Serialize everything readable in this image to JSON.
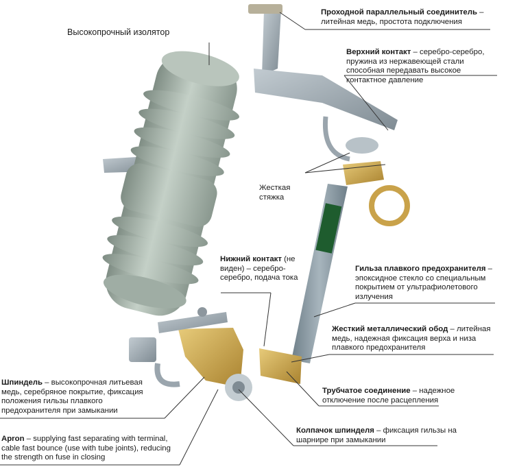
{
  "labels": {
    "insulator": "Высокопрочный изолятор",
    "connector_title": "Проходной параллельный соединитель",
    "connector_text": " – литейная медь, простота подключения",
    "upper_contact_title": "Верхний контакт",
    "upper_contact_text": " – серебро-серебро, пружина из нержавеющей стали способная передавать высокое контактное давление",
    "rigid_tie": "Жесткая стяжка",
    "lower_contact_title": "Нижний контакт",
    "lower_contact_text": " (не виден) – серебро-серебро, подача тока",
    "fuse_tube_title": "Гильза плавкого предохранителя",
    "fuse_tube_text": " – эпоксидное стекло со специальным покрытием от ультрафиолетового излучения",
    "metal_rim_title": "Жесткий металлический обод",
    "metal_rim_text": " – литейная медь, надежная фиксация верха и низа плавкого предохранителя",
    "spindle_title": "Шпиндель",
    "spindle_text": " – высокопрочная литьевая медь, серебряное покрытие, фиксация положения гильзы плавкого предохранителя при замыкании",
    "tube_joint_title": "Трубчатое соединение",
    "tube_joint_text": " – надежное отключение после расцепления",
    "apron_title": "Apron",
    "apron_text": " – supplying fast separating with terminal, cable fast bounce (use with tube joints), reducing the strength on fuse in closing",
    "spindle_cap_title": "Колпачок шпинделя",
    "spindle_cap_text": " – фиксация гильзы на шарнире при замыкании"
  },
  "colors": {
    "porcelain": "#a9b7ae",
    "porcelain_dark": "#7d8b82",
    "steel": "#9aa5ad",
    "brass": "#c9a24a",
    "tube": "#8a9aa4",
    "leader": "#333333"
  }
}
